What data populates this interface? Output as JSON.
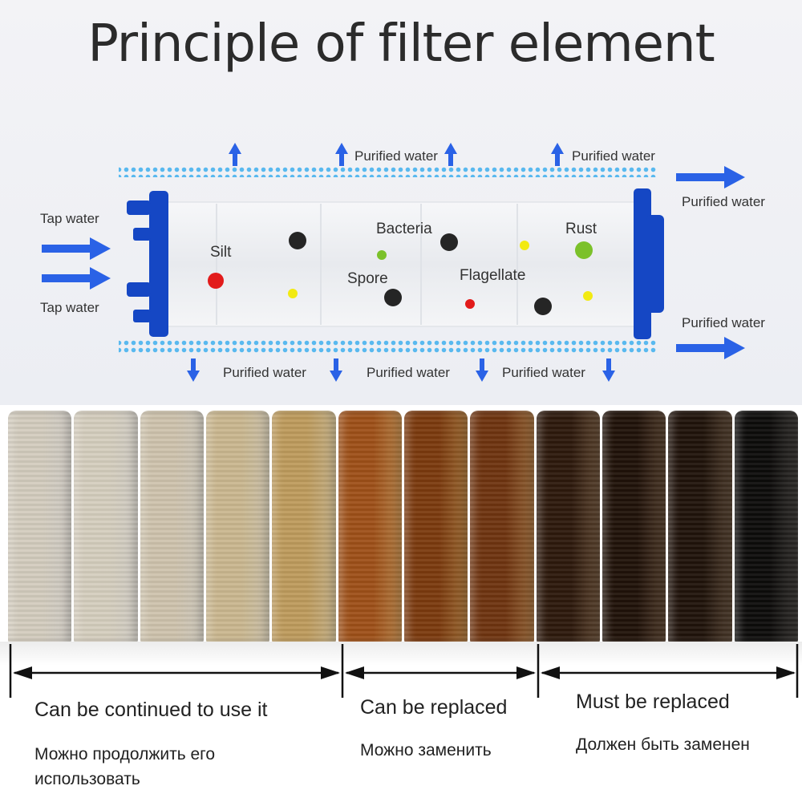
{
  "title": "Principle of filter element",
  "diagram": {
    "tap_water_label_1": "Tap water",
    "tap_water_label_2": "Tap water",
    "purified_labels": [
      "Purified water",
      "Purified water",
      "Purified water",
      "Purified water",
      "Purified water",
      "Purified water",
      "Purified water"
    ],
    "contaminants": {
      "silt": "Silt",
      "bacteria": "Bacteria",
      "spore": "Spore",
      "flagellate": "Flagellate",
      "rust": "Rust"
    },
    "colors": {
      "arrow_blue": "#2a62e6",
      "cap_blue": "#1547c4",
      "dot_blue": "#59b9ef",
      "silt_red": "#e21b1b",
      "bacteria_dark": "#252525",
      "spore_green": "#7bc12a",
      "particle_yellow": "#f2ea12"
    }
  },
  "tubes": {
    "colors": [
      "#e8e4dc",
      "#e9e5dc",
      "#e5dfd2",
      "#e3d8bf",
      "#dcc79a",
      "#c98f4e",
      "#b17a3c",
      "#a8733f",
      "#6b5038",
      "#5a4330",
      "#5a4634",
      "#3a3734"
    ]
  },
  "scale": [
    {
      "label": "Can be continued to use it",
      "sub": "Можно продолжить его использовать"
    },
    {
      "label": "Can be replaced",
      "sub": "Можно заменить"
    },
    {
      "label": "Must be replaced",
      "sub": "Должен быть заменен"
    }
  ]
}
